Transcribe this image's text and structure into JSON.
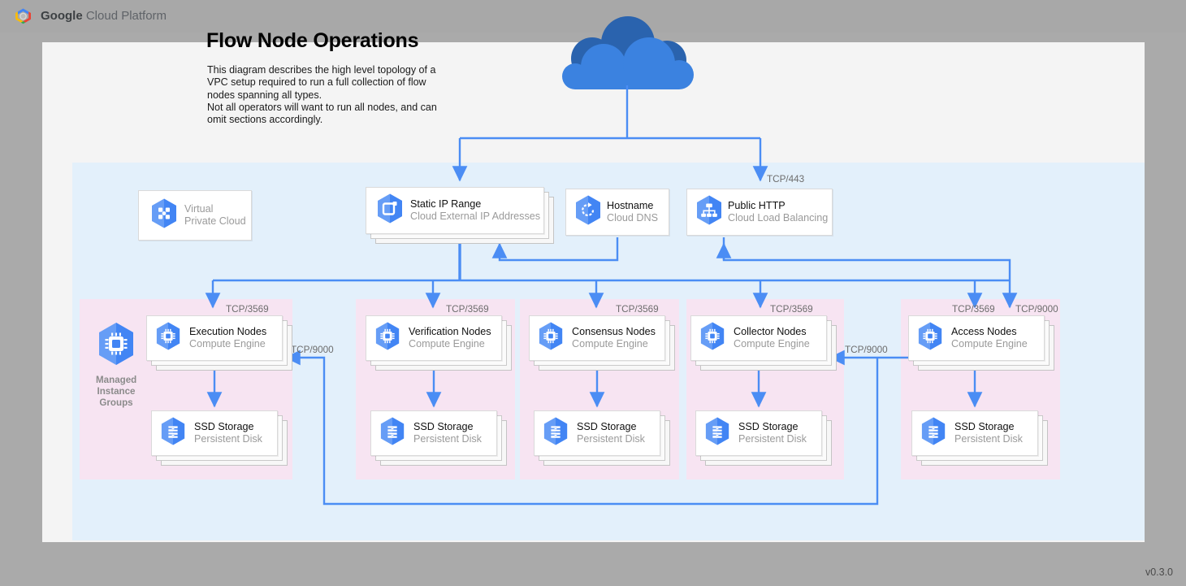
{
  "topbar": {
    "brand_bold": "Google",
    "brand_rest": " Cloud Platform",
    "logo_icon": "gcp-hexagon-logo"
  },
  "header": {
    "title": "Flow Node Operations",
    "description": "This diagram describes the high level topology of a VPC setup required to run a full collection of flow nodes spanning all types.\nNot all operators will want to run all nodes, and can omit sections accordingly."
  },
  "footer": {
    "version": "v0.3.0"
  },
  "colors": {
    "accent_blue": "#4285f4",
    "connector_blue": "#5b8fe8",
    "vpc_zone": "#e3f0fb",
    "group_panel": "#f7e4f2",
    "page": "#f4f4f4",
    "chrome": "#a8a8a8",
    "muted_text": "#9a9a9a"
  },
  "internet": {
    "icon": "cloud-icon",
    "name": "Internet Cloud"
  },
  "top_nodes": [
    {
      "id": "vpc",
      "title": "Virtual",
      "subtitle": "Private Cloud",
      "icon": "virtual-private-cloud-icon",
      "muted": true,
      "stacked": false
    },
    {
      "id": "static-ip",
      "title": "Static IP Range",
      "subtitle": "Cloud External IP Addresses",
      "icon": "external-ip-icon",
      "muted": false,
      "stacked": true
    },
    {
      "id": "hostname",
      "title": "Hostname",
      "subtitle": "Cloud DNS",
      "icon": "cloud-dns-icon",
      "muted": false,
      "stacked": false
    },
    {
      "id": "public-http",
      "title": "Public HTTP",
      "subtitle": "Cloud Load Balancing",
      "icon": "cloud-load-balancing-icon",
      "muted": false,
      "stacked": false
    }
  ],
  "groups": [
    {
      "id": "execution",
      "side_label": "Managed\nInstance\nGroups",
      "side_icon": "compute-engine-icon",
      "node": {
        "title": "Execution Nodes",
        "subtitle": "Compute Engine",
        "icon": "compute-engine-icon"
      },
      "storage": {
        "title": "SSD Storage",
        "subtitle": "Persistent Disk",
        "icon": "persistent-disk-icon"
      }
    },
    {
      "id": "verification",
      "node": {
        "title": "Verification Nodes",
        "subtitle": "Compute Engine",
        "icon": "compute-engine-icon"
      },
      "storage": {
        "title": "SSD Storage",
        "subtitle": "Persistent Disk",
        "icon": "persistent-disk-icon"
      }
    },
    {
      "id": "consensus",
      "node": {
        "title": "Consensus Nodes",
        "subtitle": "Compute Engine",
        "icon": "compute-engine-icon"
      },
      "storage": {
        "title": "SSD Storage",
        "subtitle": "Persistent Disk",
        "icon": "persistent-disk-icon"
      }
    },
    {
      "id": "collector",
      "node": {
        "title": "Collector Nodes",
        "subtitle": "Compute Engine",
        "icon": "compute-engine-icon"
      },
      "storage": {
        "title": "SSD Storage",
        "subtitle": "Persistent Disk",
        "icon": "persistent-disk-icon"
      }
    },
    {
      "id": "access",
      "node": {
        "title": "Access Nodes",
        "subtitle": "Compute Engine",
        "icon": "compute-engine-icon"
      },
      "storage": {
        "title": "SSD Storage",
        "subtitle": "Persistent Disk",
        "icon": "persistent-disk-icon"
      }
    }
  ],
  "port_labels": {
    "tcp443": "TCP/443",
    "tcp3569_execution": "TCP/3569",
    "tcp3569_verification": "TCP/3569",
    "tcp3569_consensus": "TCP/3569",
    "tcp3569_collector": "TCP/3569",
    "tcp3569_access": "TCP/3569",
    "tcp9000_access_in": "TCP/9000",
    "tcp9000_execution_in": "TCP/9000",
    "tcp9000_collector_in": "TCP/9000"
  }
}
